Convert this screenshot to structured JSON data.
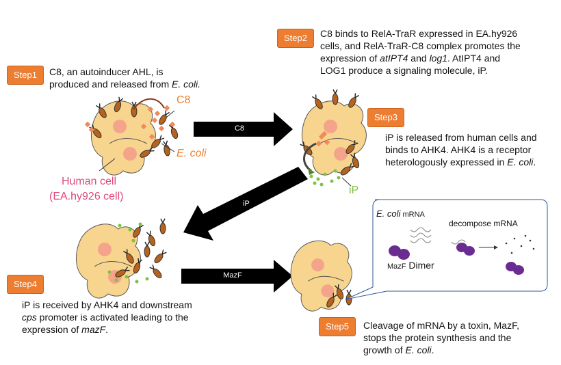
{
  "steps": {
    "step1": {
      "badge": "Step1",
      "line1": "C8, an autoinducer AHL, is",
      "line2_a": "produced and released from ",
      "line2_b": "E. coli."
    },
    "step2": {
      "badge": "Step2",
      "line1": "C8 binds to RelA-TraR expressed in EA.hy926",
      "line2": "cells, and RelA-TraR-C8 complex promotes the",
      "line3_a": "expression of ",
      "line3_b": "atIPT4",
      "line3_c": " and ",
      "line3_d": "log1",
      "line3_e": ". AtIPT4 and",
      "line4": "LOG1 produce a signaling molecule, iP."
    },
    "step3": {
      "badge": "Step3",
      "line1": "iP is released from human cells and",
      "line2_a": "binds to AHK4. AHK4 is a receptor",
      "line3_a": "heterologously expressed in ",
      "line3_b": "E. coli",
      "line3_c": "."
    },
    "step4": {
      "badge": "Step4",
      "line1": "iP is received by AHK4 and downstream",
      "line2_a": "cps",
      "line2_b": " promoter is activated leading to the",
      "line3_a": "expression of ",
      "line3_b": "mazF",
      "line3_c": "."
    },
    "step5": {
      "badge": "Step5",
      "line1": "Cleavage of mRNA by a toxin, MazF,",
      "line2": "stops the protein synthesis and the",
      "line3_a": "growth of ",
      "line3_b": "E. coli",
      "line3_c": "."
    }
  },
  "labels": {
    "c8": "C8",
    "ecoli": "E. coli",
    "human_cell_1": "Human cell",
    "human_cell_2": "(EA.hy926 cell)",
    "ip": "iP",
    "arrow_c8": "C8",
    "arrow_ip": "iP",
    "arrow_mazf": "MazF",
    "callout_ecoli": "E. coli",
    "callout_mrna": " mRNA",
    "callout_decompose": "decompose  mRNA",
    "callout_mazf": "MazF",
    "callout_dimer": " Dimer"
  },
  "colors": {
    "step_badge": "#ED7D31",
    "c8_label": "#ED7D31",
    "human_cell_label": "#E0487A",
    "ip_label": "#7DC242",
    "cell_fill": "#F8D58F",
    "nucleus": "#F4A48A",
    "dots_green": "#7DC242",
    "diamonds": "#F08A5D",
    "mazf": "#6A2C91",
    "bacteria": "#B5631F"
  }
}
